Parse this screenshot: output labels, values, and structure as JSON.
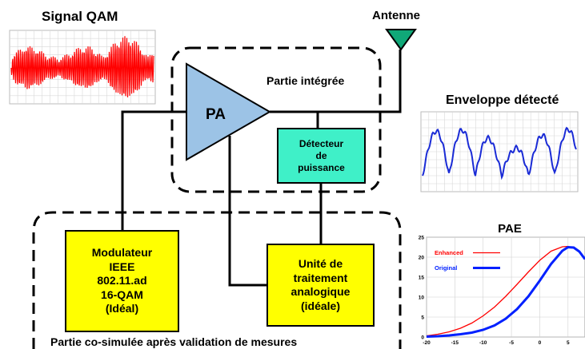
{
  "labels": {
    "signal_title": "Signal QAM",
    "antenna": "Antenne",
    "integrated_part": "Partie intégrée",
    "envelope_title": "Enveloppe détecté",
    "pa": "PA",
    "cosim_part": "Partie co-simulée après validation de mesures"
  },
  "boxes": {
    "detector": "Détecteur\nde\npuissance",
    "modulator": "Modulateur\nIEEE\n802.11.ad\n16-QAM\n(Idéal)",
    "processing": "Unité de\ntraitement\nanalogique\n(idéale)"
  },
  "colors": {
    "qam_signal": "#ff0000",
    "envelope": "#1a2bd6",
    "pa_fill": "#9cc3e6",
    "antenna": "#10a878",
    "detector_fill": "#3ff0c8",
    "box_fill": "#ffff00",
    "enhanced": "#ff0000",
    "original": "#0020ff"
  },
  "chart_data": {
    "type": "line",
    "title": "PAE",
    "xlim": [
      -20,
      8
    ],
    "ylim": [
      0,
      25
    ],
    "x_ticks": [
      -20,
      -15,
      -10,
      -5,
      0,
      5
    ],
    "y_ticks": [
      0,
      5,
      10,
      15,
      20,
      25
    ],
    "legend_position": "top-left",
    "series": [
      {
        "name": "Enhanced",
        "color": "#ff0000",
        "x": [
          -20,
          -18,
          -16,
          -14,
          -12,
          -10,
          -8,
          -6,
          -4,
          -2,
          0,
          2,
          4,
          5,
          6,
          7,
          8
        ],
        "y": [
          0.3,
          0.7,
          1.3,
          2.2,
          3.5,
          5.3,
          7.5,
          10.2,
          13.2,
          16.3,
          19.2,
          21.5,
          22.6,
          22.7,
          22.3,
          21.3,
          19.5
        ]
      },
      {
        "name": "Original",
        "color": "#0020ff",
        "x": [
          -20,
          -18,
          -16,
          -14,
          -12,
          -10,
          -8,
          -6,
          -4,
          -2,
          0,
          2,
          4,
          5,
          6,
          7,
          8
        ],
        "y": [
          0.1,
          0.2,
          0.4,
          0.7,
          1.1,
          1.8,
          2.9,
          4.6,
          7.0,
          10.2,
          14.1,
          18.3,
          21.6,
          22.5,
          22.4,
          21.4,
          19.5
        ]
      }
    ]
  }
}
